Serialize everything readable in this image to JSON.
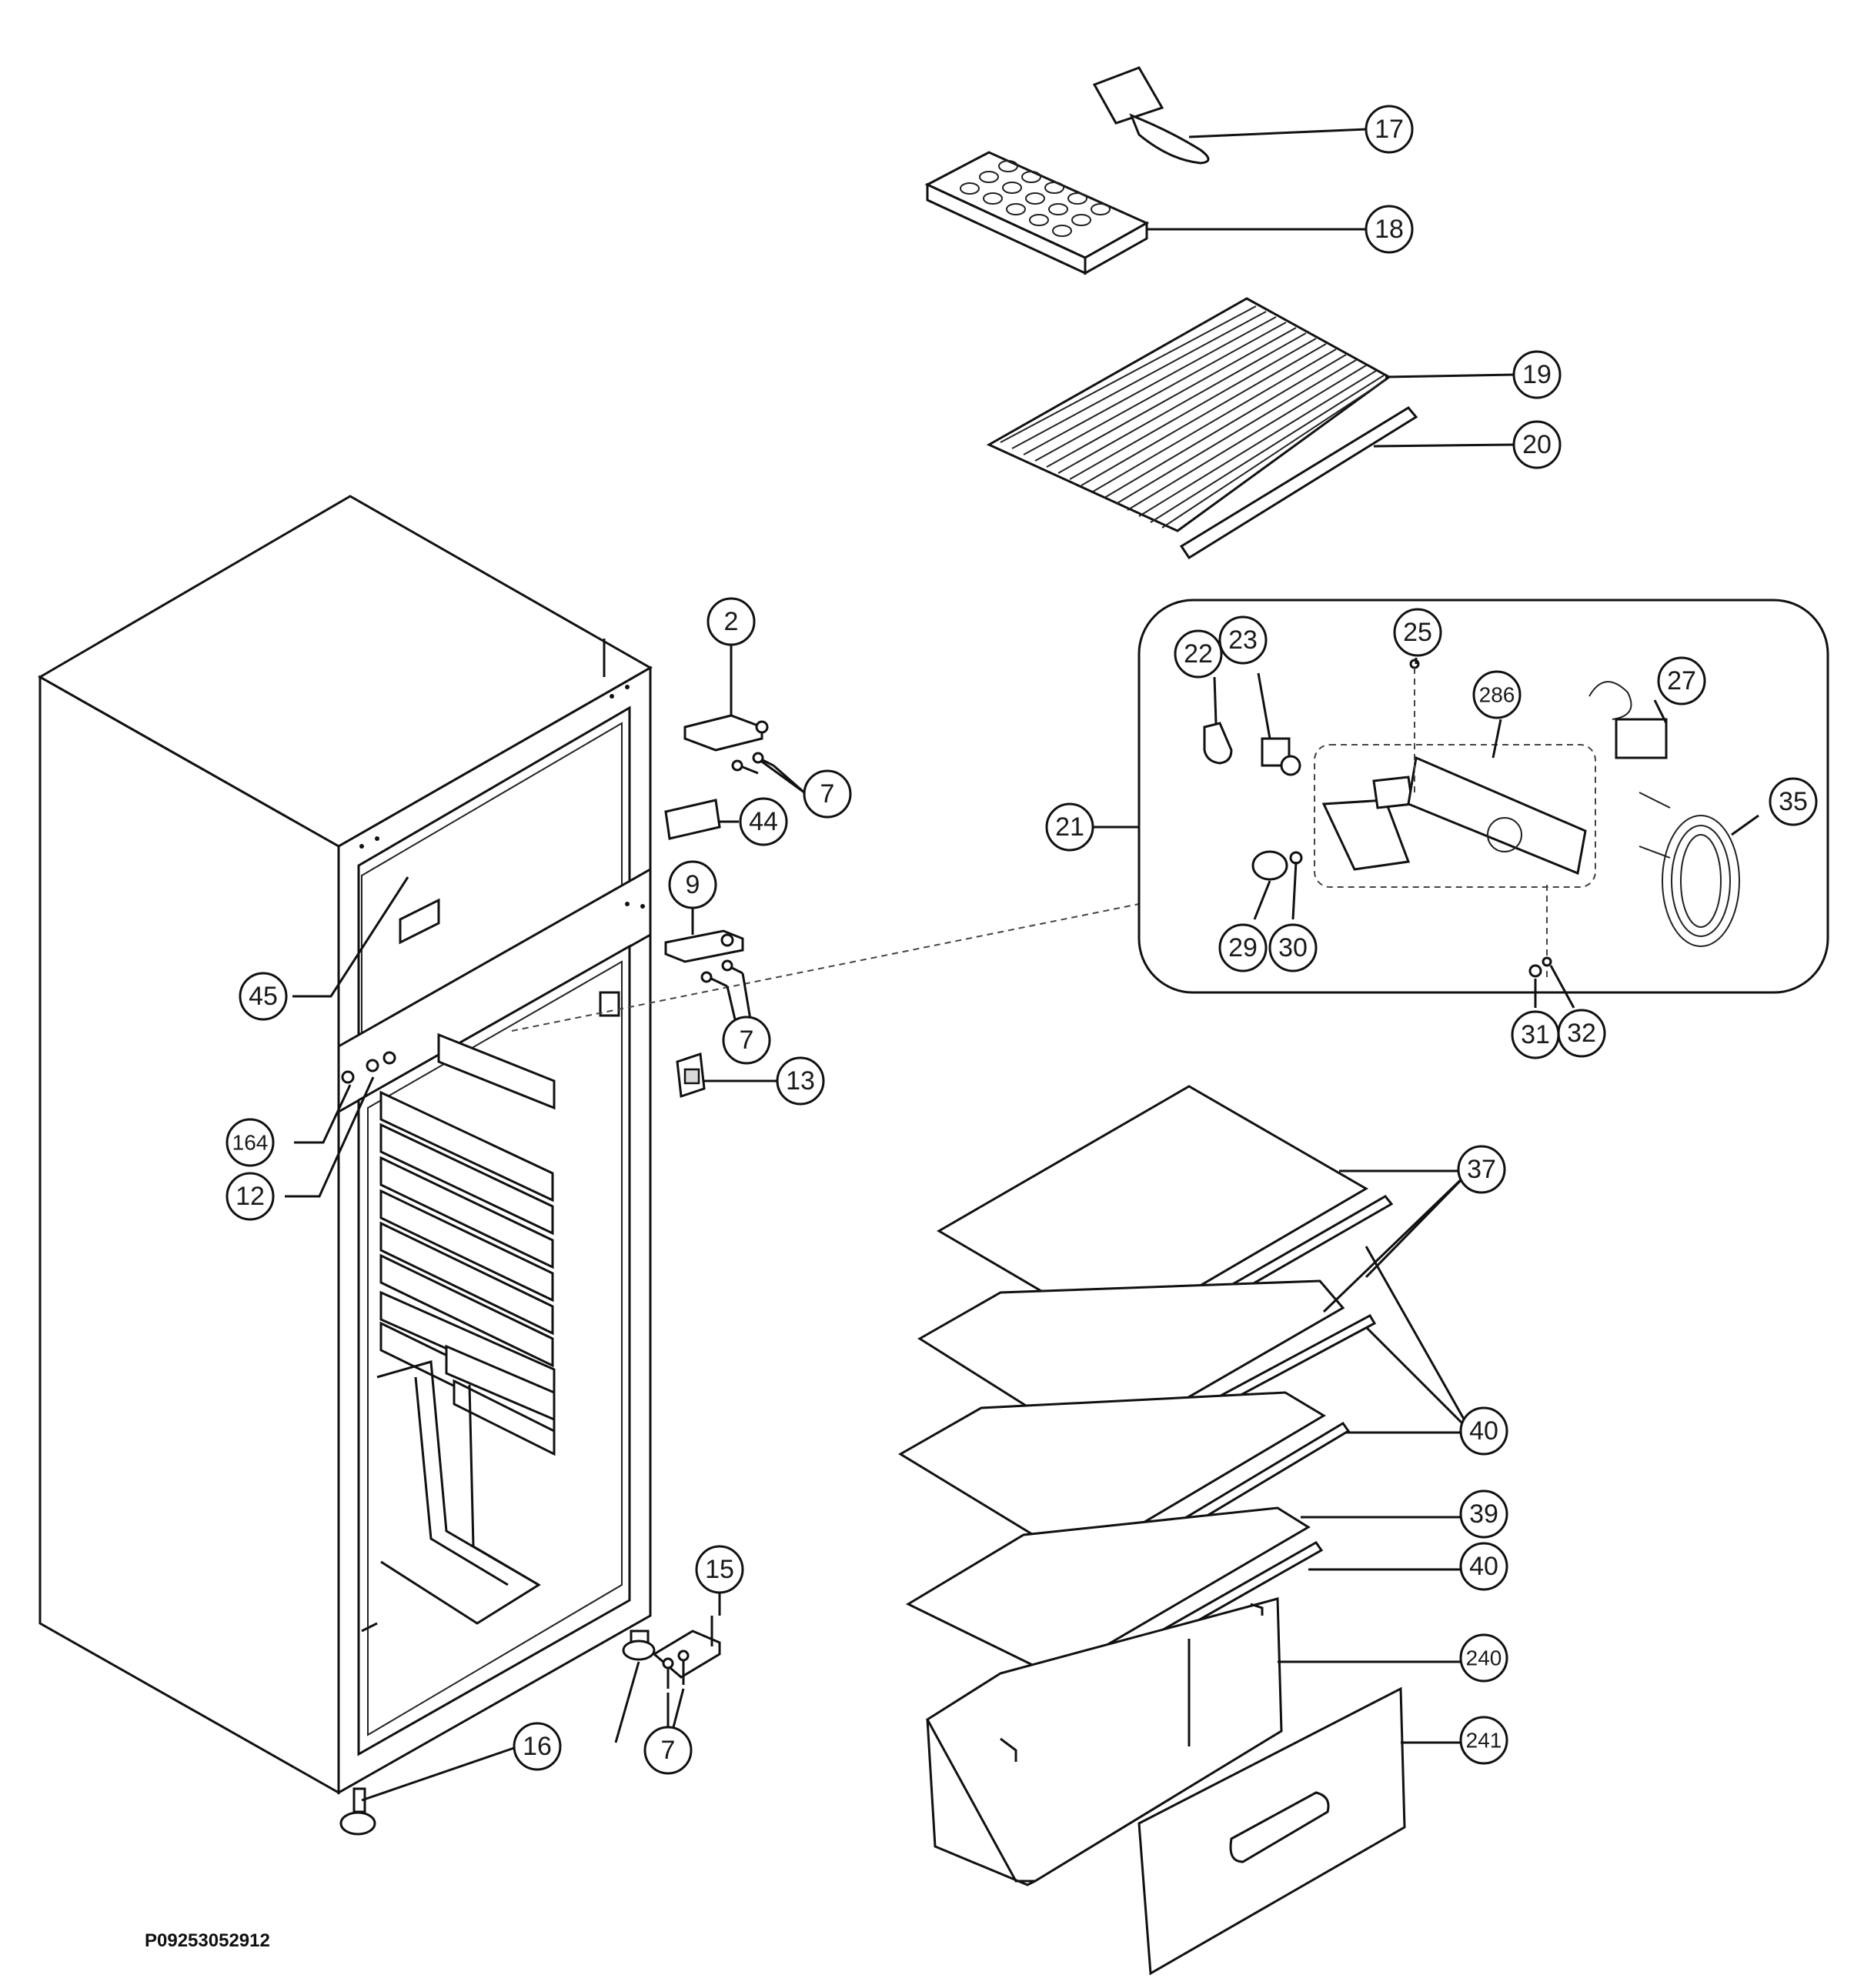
{
  "drawing_code": "P09253052912",
  "callouts": [
    "17",
    "18",
    "19",
    "20",
    "2",
    "7",
    "44",
    "9",
    "13",
    "45",
    "164",
    "12",
    "15",
    "16",
    "22",
    "23",
    "25",
    "286",
    "27",
    "21",
    "35",
    "29",
    "30",
    "31",
    "32",
    "37",
    "40",
    "39",
    "240",
    "241"
  ]
}
